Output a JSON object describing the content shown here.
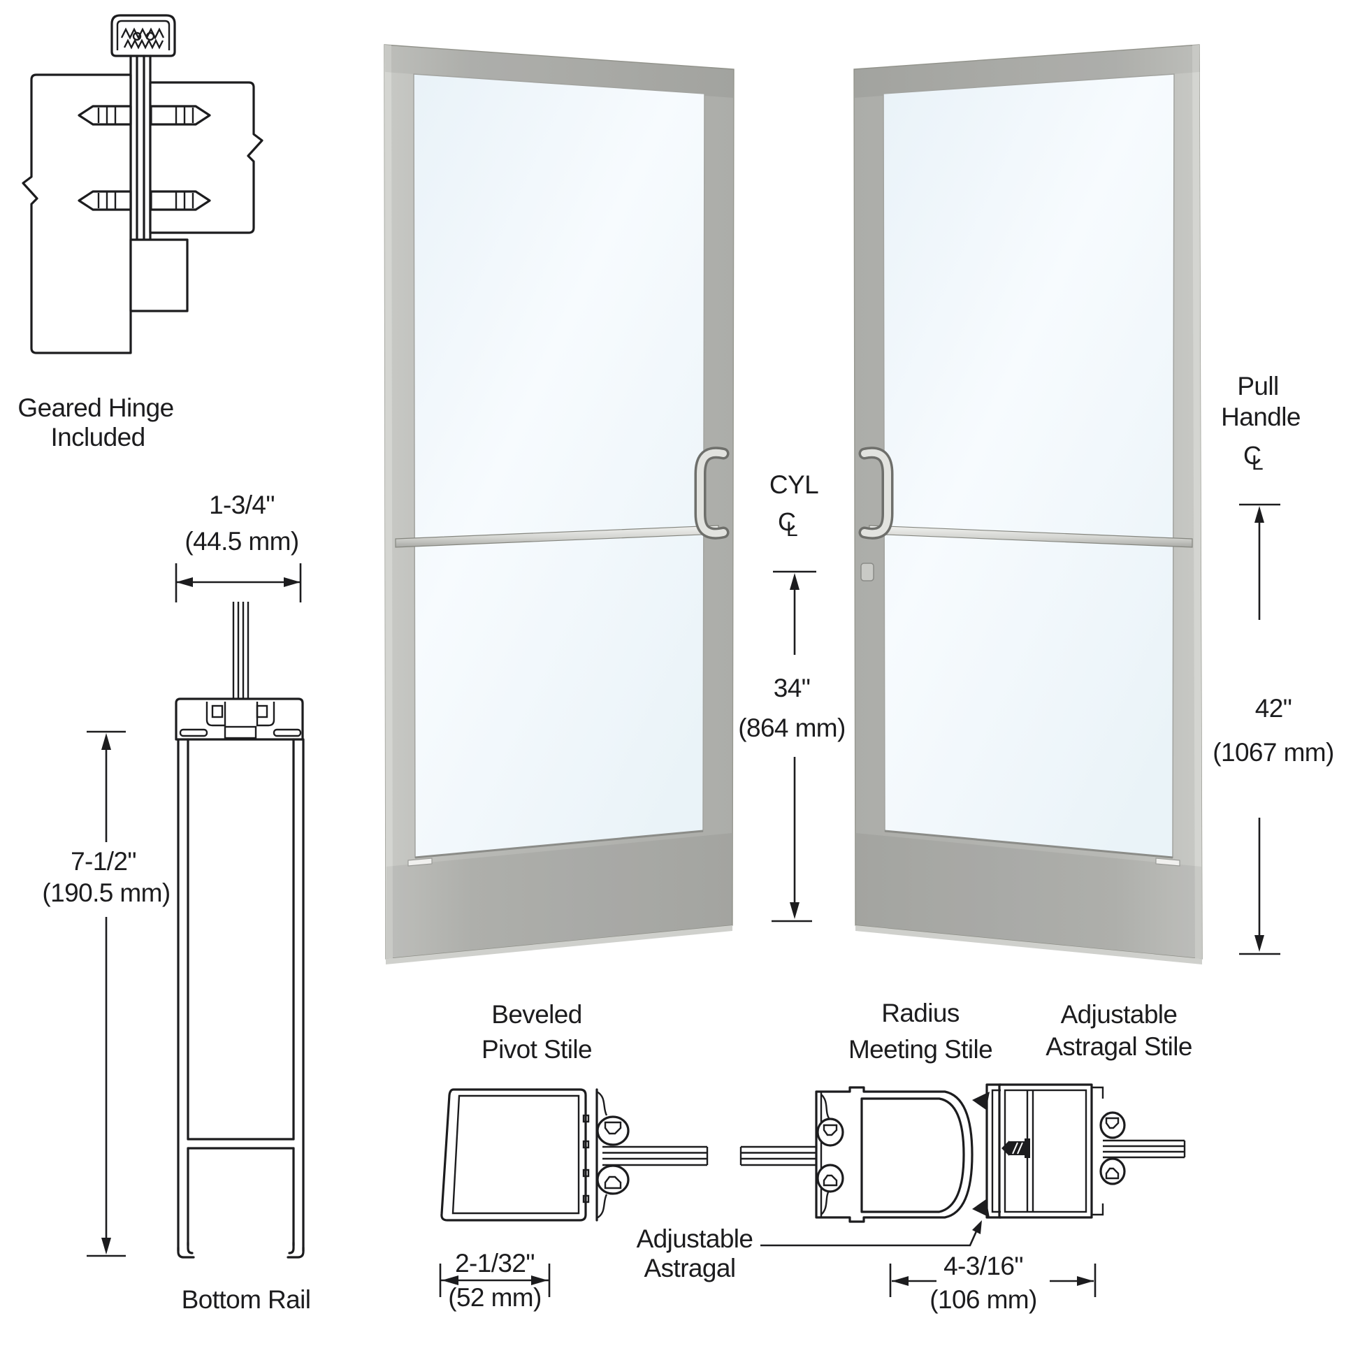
{
  "drawing": {
    "hinge_note": {
      "line1": "Geared Hinge",
      "line2": "Included"
    },
    "labels": {
      "bottom_rail": "Bottom Rail",
      "cyl": "CYL",
      "pull": "Pull",
      "handle": "Handle",
      "beveled_line1": "Beveled",
      "beveled_line2": "Pivot Stile",
      "radius_line1": "Radius",
      "radius_line2": "Meeting Stile",
      "astragal_stile_line1": "Adjustable",
      "astragal_stile_line2": "Astragal Stile",
      "astragal_line1": "Adjustable",
      "astragal_line2": "Astragal"
    },
    "dimensions": {
      "stile_thickness": {
        "imperial": "1-3/4\"",
        "metric": "(44.5 mm)"
      },
      "bottom_rail_height": {
        "imperial": "7-1/2\"",
        "metric": "(190.5 mm)"
      },
      "cyl_centerline_height": {
        "imperial": "34\"",
        "metric": "(864 mm)"
      },
      "pull_handle_centerline_height": {
        "imperial": "42\"",
        "metric": "(1067 mm)"
      },
      "pivot_stile_width": {
        "imperial": "2-1/32\"",
        "metric": "(52 mm)"
      },
      "astragal_assembly_width": {
        "imperial": "4-3/16\"",
        "metric": "(106 mm)"
      }
    },
    "centerline_symbol": {
      "c": "C",
      "l": "L"
    },
    "colors": {
      "line": "#1c1c1e",
      "frame": "#b3b4b0",
      "frame_light": "#cbccc8",
      "frame_dark": "#9fa09c",
      "glass": "#edf5fa",
      "glass_bright": "#f9fcfe",
      "chrome": "#d9dad6",
      "background": "#ffffff"
    }
  }
}
